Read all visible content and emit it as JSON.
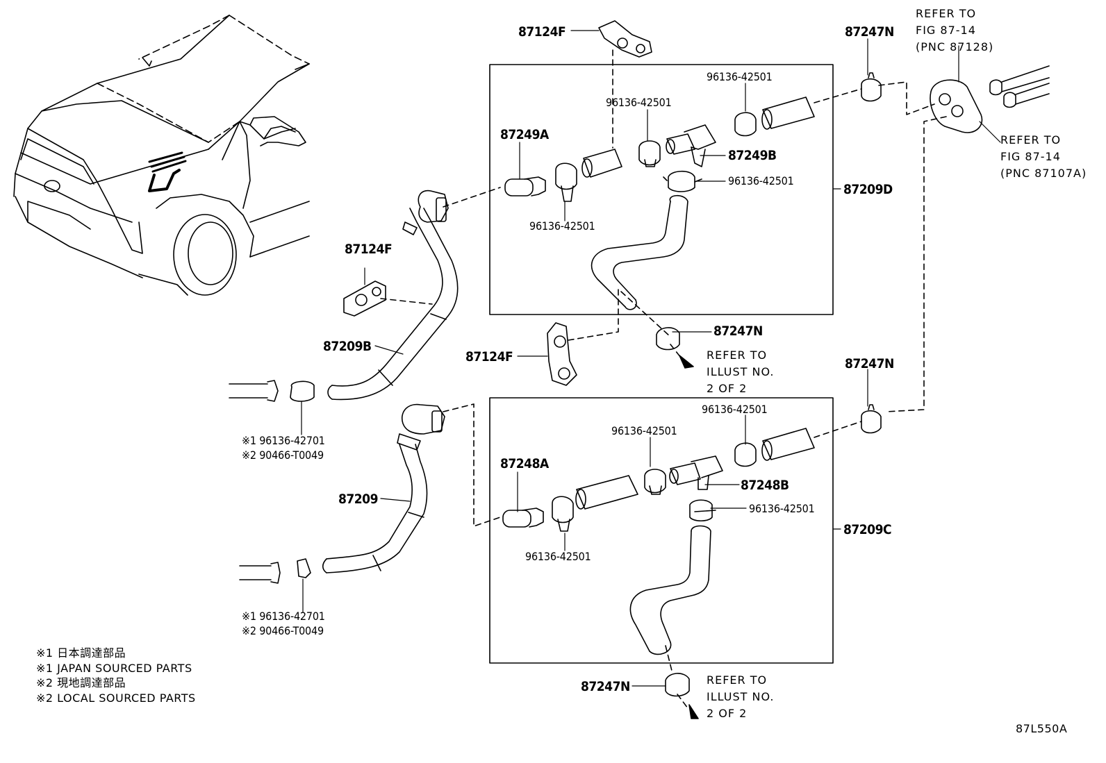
{
  "labels": {
    "p87124F_top": "87124F",
    "p87124F_left": "87124F",
    "p87124F_mid": "87124F",
    "p87247N_top": "87247N",
    "p87247N_mid": "87247N",
    "p87247N_right2": "87247N",
    "p87247N_bottom": "87247N",
    "p87249A": "87249A",
    "p87249B": "87249B",
    "p87209D": "87209D",
    "p87209B": "87209B",
    "p87248A": "87248A",
    "p87248B": "87248B",
    "p87209C": "87209C",
    "p87209": "87209",
    "c1": "96136-42501",
    "c2": "96136-42501",
    "c3": "96136-42501",
    "c4": "96136-42501",
    "c5": "96136-42501",
    "c6": "96136-42501",
    "c7": "96136-42501",
    "c8": "96136-42501",
    "a1_1": "※1 96136-42701",
    "a1_2": "※2 90466-T0049",
    "a2_1": "※1 96136-42701",
    "a2_2": "※2 90466-T0049"
  },
  "refs": {
    "top_right_1": [
      "REFER TO",
      "FIG 87-14",
      "(PNC 87128)"
    ],
    "top_right_2": [
      "REFER TO",
      "FIG 87-14",
      "(PNC 87107A)"
    ],
    "mid": [
      "REFER TO",
      "ILLUST NO.",
      "2 OF 2"
    ],
    "bottom": [
      "REFER TO",
      "ILLUST NO.",
      "2 OF 2"
    ]
  },
  "legend": [
    "※1 日本調達部品",
    "※1 JAPAN SOURCED PARTS",
    "※2 現地調達部品",
    "※2 LOCAL SOURCED PARTS"
  ],
  "figure_code": "87L550A"
}
